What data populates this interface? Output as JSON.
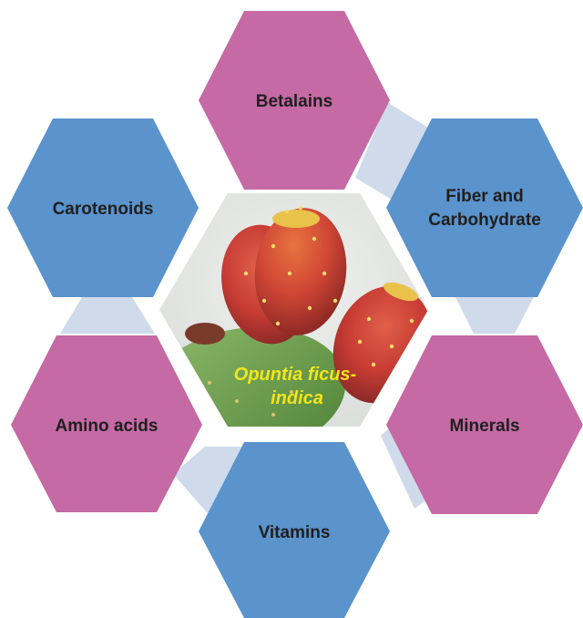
{
  "diagram": {
    "center": {
      "label_line1": "Opuntia ficus-",
      "label_line2": "indica",
      "image": "prickly-pear-fruit-photo"
    },
    "nodes": [
      {
        "id": "betalains",
        "lines": [
          "Betalains"
        ],
        "color": "#c56aa5"
      },
      {
        "id": "fiber",
        "lines": [
          "Fiber and",
          "Carbohydrate"
        ],
        "color": "#5b93cc"
      },
      {
        "id": "minerals",
        "lines": [
          "Minerals"
        ],
        "color": "#c56aa5"
      },
      {
        "id": "vitamins",
        "lines": [
          "Vitamins"
        ],
        "color": "#5b93cc"
      },
      {
        "id": "amino",
        "lines": [
          "Amino acids"
        ],
        "color": "#c56aa5"
      },
      {
        "id": "carotenoids",
        "lines": [
          "Carotenoids"
        ],
        "color": "#5b93cc"
      }
    ],
    "colors": {
      "pink": "#c56aa5",
      "blue": "#5b93cc",
      "connector": "#cfdbea",
      "center_text": "#f2e51b"
    }
  }
}
